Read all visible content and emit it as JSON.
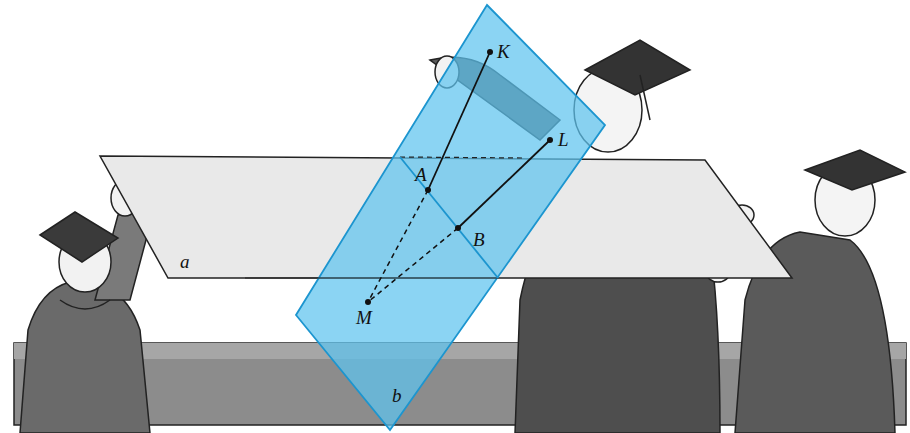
{
  "diagram": {
    "labels": [
      "K",
      "L",
      "A",
      "B",
      "M",
      "a",
      "b"
    ]
  }
}
